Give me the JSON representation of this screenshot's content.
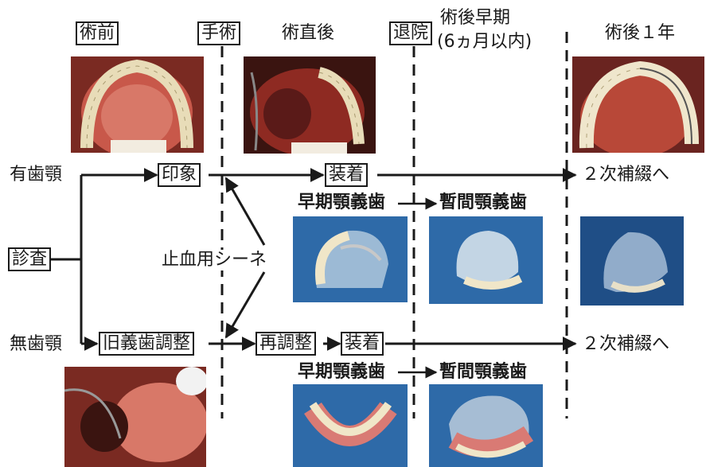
{
  "headers": {
    "preop": "術前",
    "surgery": "手術",
    "postop_immediate": "術直後",
    "discharge": "退院",
    "early_postop_line1": "術後早期",
    "early_postop_line2": "(6ヵ月以内)",
    "one_year": "術後１年"
  },
  "flow": {
    "exam": "診査",
    "dentate": "有歯顎",
    "edentulous": "無歯顎",
    "impression": "印象",
    "fitting_upper": "装着",
    "old_denture_adjust": "旧義歯調整",
    "readjust": "再調整",
    "fitting_lower": "装着",
    "hemostatic_tissue": "止血用シーネ",
    "early_prosthesis_upper": "早期顎義歯",
    "interim_prosthesis_upper": "暫間顎義歯",
    "early_prosthesis_lower": "早期顎義歯",
    "interim_prosthesis_lower": "暫間顎義歯",
    "secondary_upper": "２次補綴へ",
    "secondary_lower": "２次補綴へ"
  },
  "colors": {
    "photo_blue": "#2f6aa8",
    "tissue_red": "#a8382c",
    "line": "#1a1a1a"
  }
}
